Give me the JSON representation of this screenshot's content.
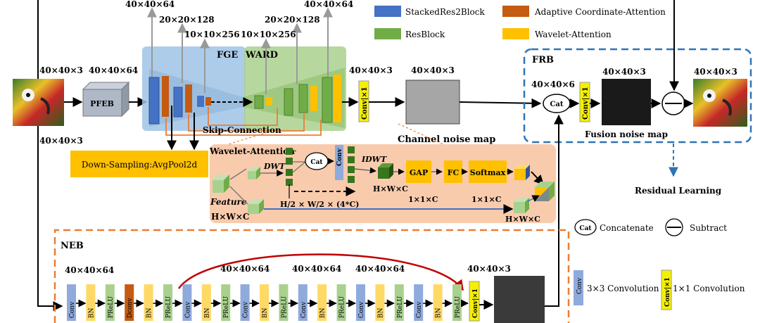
{
  "legend": {
    "stacked": "StackedRes2Block",
    "adaptive": "Adaptive Coordinate-Attention",
    "resblock": "ResBlock",
    "wavelet": "Wavelet-Attention",
    "concat_symbol": "Cat",
    "concatenate": "Concatenate",
    "subtract": "Subtract",
    "conv3_box": "Conv",
    "conv3": "3×3 Convolution",
    "conv1_box": "Conv|×1",
    "conv1": "1×1 Convolution"
  },
  "top": {
    "fge": "FGE",
    "ward": "WARD",
    "pfeb": "PFEB",
    "input_dim": "40×40×3",
    "pfeb_dim": "40×40×64",
    "down_dim": "40×40×3",
    "enc_dims": [
      "40×40×64",
      "20×20×128",
      "10×10×256"
    ],
    "dec_dims": [
      "10×10×256",
      "20×20×128",
      "40×40×64"
    ],
    "conv_out_dim": "40×40×3",
    "cnm_dim": "40×40×3",
    "conv_label": "Conv|×1",
    "skip": "Skip-Connection",
    "channel_noise": "Channel noise map",
    "downsampling": "Down-Sampling:AvgPool2d"
  },
  "frb": {
    "title": "FRB",
    "cat_dim": "40×40×6",
    "cat": "Cat",
    "conv": "Conv|×1",
    "fusion_dim": "40×40×3",
    "out_dim": "40×40×3",
    "fusion": "Fusion noise map",
    "residual": "Residual Learning"
  },
  "wa": {
    "title": "Wavelet-Attention",
    "dwt": "DWT",
    "idwt": "IDWT",
    "cat": "Cat",
    "conv": "Conv",
    "gap": "GAP",
    "fc": "FC",
    "softmax": "Softmax",
    "feature": "Feature",
    "hwc_in": "H×W×C",
    "half": "H/2 × W/2 × (4*C)",
    "hwc_mid": "H×W×C",
    "c1": "1×1×C",
    "c2": "1×1×C",
    "hwc_out": "H×W×C"
  },
  "neb": {
    "title": "NEB",
    "dim1": "40×40×64",
    "dim2": "40×40×64",
    "dim3": "40×40×64",
    "dim4": "40×40×64",
    "out_dim": "40×40×3",
    "blocks": [
      "Conv",
      "BN",
      "PReLU",
      "Dconv",
      "BN",
      "PReLU",
      "Conv",
      "BN",
      "PReLU",
      "Conv",
      "BN",
      "PReLU",
      "Conv",
      "BN",
      "PReLU",
      "Conv",
      "BN",
      "PReLU",
      "Conv",
      "BN",
      "PReLU"
    ],
    "final_conv": "Conv|×1"
  },
  "colors": {
    "stacked": "#4472c4",
    "adaptive": "#c55a11",
    "resblock": "#70ad47",
    "wavelet": "#ffc000",
    "fge_bg": "#9dc3e6",
    "ward_bg": "#a9d18e",
    "wa_bg": "#f8cbad",
    "frb_border": "#2e75b6",
    "neb_border": "#ed7d31",
    "skip_arrow": "#c00000"
  }
}
